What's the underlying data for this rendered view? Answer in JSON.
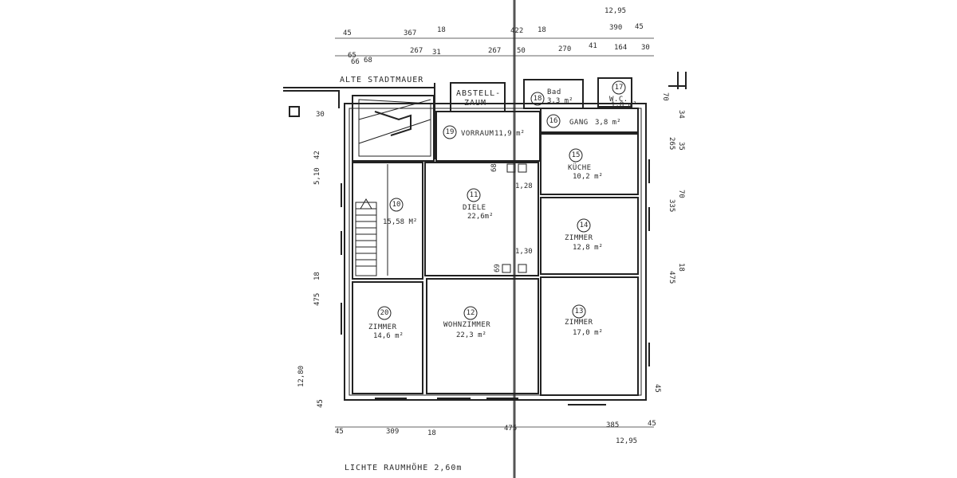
{
  "header": {
    "wall_label": "ALTE STADTMAUER",
    "storage_label_1": "ABSTELL-",
    "storage_label_2": "ZAUM",
    "footer_note": "LICHTE RAUMHÖHE 2,60m"
  },
  "rooms": [
    {
      "id": "10",
      "number": "10",
      "name": "",
      "area": "15,58 M²"
    },
    {
      "id": "11",
      "number": "11",
      "name": "DIELE",
      "area": "22,6m²"
    },
    {
      "id": "12",
      "number": "12",
      "name": "WOHNZIMMER",
      "area": "22,3 m²"
    },
    {
      "id": "13",
      "number": "13",
      "name": "ZIMMER",
      "area": "17,0 m²"
    },
    {
      "id": "14",
      "number": "14",
      "name": "ZIMMER",
      "area": "12,8 m²"
    },
    {
      "id": "15",
      "number": "15",
      "name": "KÜCHE",
      "area": "10,2 m²"
    },
    {
      "id": "16",
      "number": "16",
      "name": "GANG",
      "area": "3,8 m²"
    },
    {
      "id": "17",
      "number": "17",
      "name": "W.C.",
      "area": "1,8 m²"
    },
    {
      "id": "18",
      "number": "18",
      "name": "Bad",
      "area": "3,3 m²"
    },
    {
      "id": "19",
      "number": "19",
      "name": "VORRAUM",
      "area": "11,9 m²"
    },
    {
      "id": "20",
      "number": "20",
      "name": "ZIMMER",
      "area": "14,6 m²"
    }
  ],
  "dimensions": {
    "top": [
      "12,95",
      "45",
      "367",
      "18",
      "422",
      "18",
      "390",
      "45",
      "267",
      "31",
      "267",
      "50",
      "270",
      "41",
      "164",
      "30",
      "65",
      "66",
      "68"
    ],
    "left": [
      "30",
      "5,10",
      "42",
      "475",
      "18",
      "12,80",
      "45"
    ],
    "right": [
      "70",
      "34",
      "265",
      "35",
      "335",
      "70",
      "475",
      "18",
      "45"
    ],
    "inner": [
      "68",
      "1,28",
      "1,30",
      "69"
    ],
    "bottom": [
      "45",
      "309",
      "18",
      "475",
      "385",
      "45",
      "12,95"
    ]
  }
}
